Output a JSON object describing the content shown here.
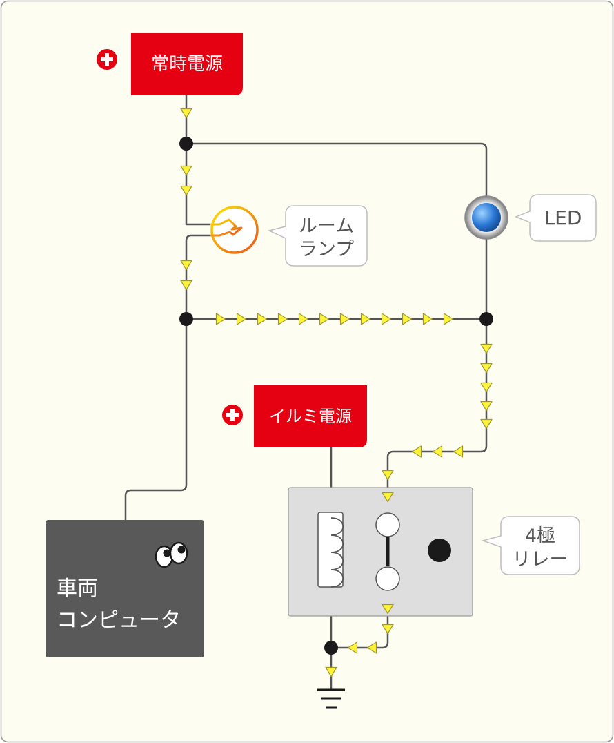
{
  "labels": {
    "constant_power": "常時電源",
    "illumi_power": "イルミ電源",
    "room_lamp_line1": "ルーム",
    "room_lamp_line2": "ランプ",
    "led": "LED",
    "relay_line1": "4極",
    "relay_line2": "リレー",
    "computer_line1": "車両",
    "computer_line2": "コンピュータ"
  },
  "icons": {
    "plus": "plus-circle-icon",
    "bulb": "room-lamp-bulb-icon",
    "led": "led-lamp-icon",
    "eyes": "eyes-icon",
    "ground": "ground-symbol-icon",
    "arrow": "current-flow-arrow-icon"
  },
  "colors": {
    "background": "#fdfdf1",
    "border": "#9a9a9a",
    "wire": "#555555",
    "power_box": "#e50012",
    "arrow_fill": "#fff23a",
    "arrow_stroke": "#9a9a30",
    "node": "#1a1a1a",
    "relay_body": "#dedede",
    "computer_body": "#595959"
  }
}
